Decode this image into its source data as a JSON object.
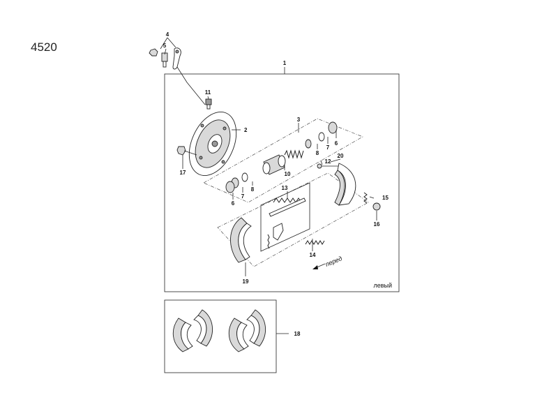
{
  "page_code": "4520",
  "side_label": "левый",
  "direction_label": "перед",
  "callouts": {
    "c1": "1",
    "c2": "2",
    "c3": "3",
    "c4": "4",
    "c5": "5",
    "c6a": "6",
    "c6b": "6",
    "c7a": "7",
    "c7b": "7",
    "c8a": "8",
    "c8b": "8",
    "c10": "10",
    "c11": "11",
    "c12": "12",
    "c13": "13",
    "c14": "14",
    "c15": "15",
    "c16": "16",
    "c17": "17",
    "c18": "18",
    "c19": "19",
    "c20": "20"
  }
}
